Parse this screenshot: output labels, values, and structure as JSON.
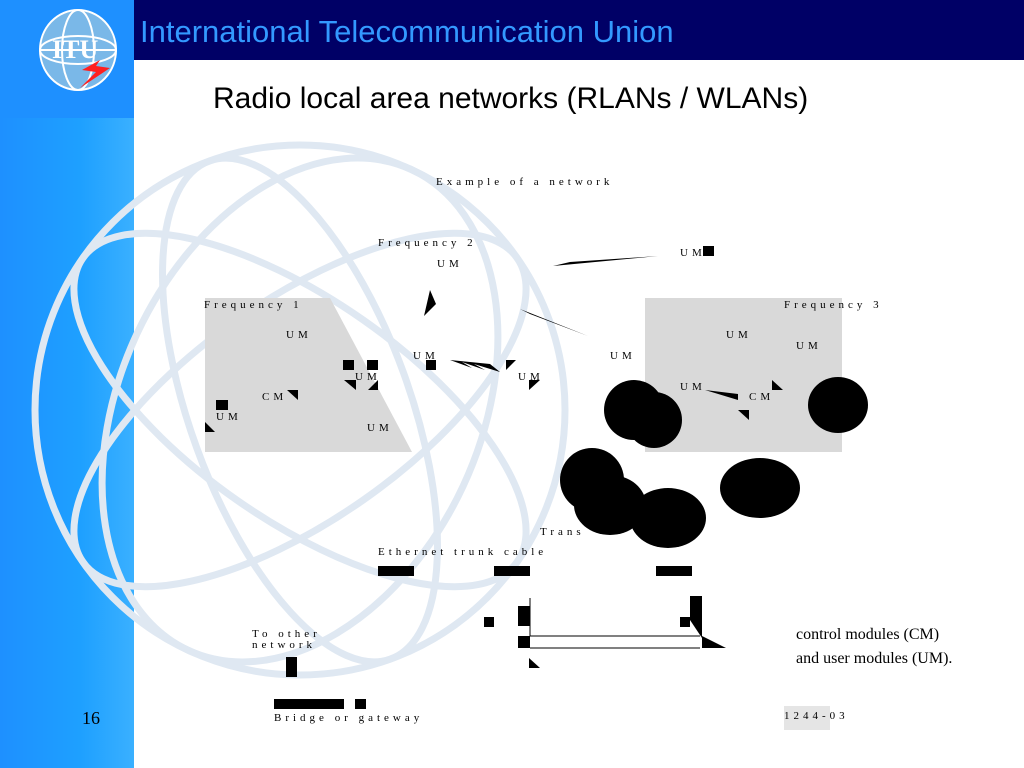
{
  "header": {
    "org_name": "International Telecommunication Union",
    "logo_text": "ITU"
  },
  "slide": {
    "title": "Radio local area networks (RLANs / WLANs)",
    "page_number": "16"
  },
  "diagram": {
    "caption": "Example of a network",
    "labels": {
      "frequency1": "Frequency 1",
      "frequency2": "Frequency 2",
      "frequency3": "Frequency 3",
      "um": "UM",
      "cm": "CM",
      "trans": "Trans",
      "ethernet": "Ethernet trunk cable",
      "to_other": "To other",
      "network": "network",
      "bridge": "Bridge or gateway",
      "figure_id": "1244-03"
    },
    "legend_line1": "control modules (CM)",
    "legend_line2": "and user modules (UM)."
  },
  "colors": {
    "header_bg": "#000066",
    "header_text": "#3399ff",
    "side_band": "#1e90ff",
    "cell_fill": "#d9d9d9"
  }
}
